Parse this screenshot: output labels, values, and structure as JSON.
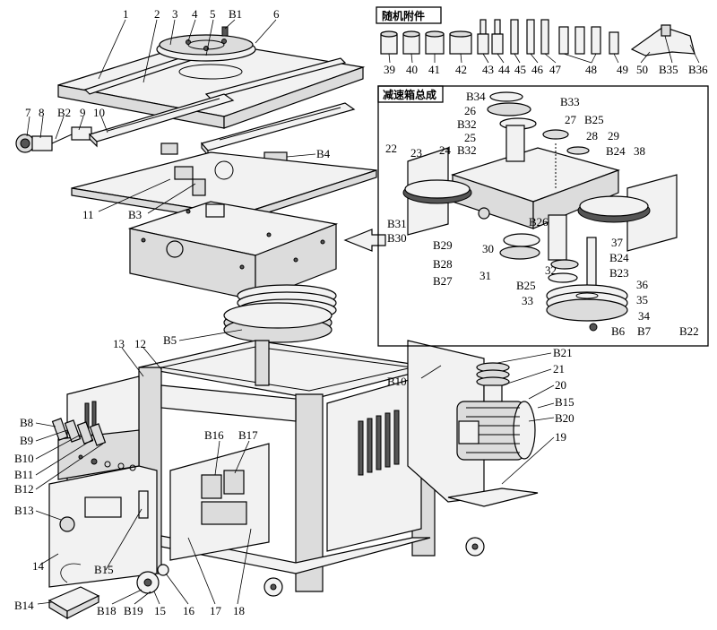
{
  "panels": {
    "accessories_title": "随机附件",
    "gearbox_title": "减速箱总成"
  },
  "labels": {
    "l1": "1",
    "l2": "2",
    "l3": "3",
    "l4": "4",
    "l5": "5",
    "lB1": "B1",
    "l6": "6",
    "l7": "7",
    "l8": "8",
    "lB2": "B2",
    "l9": "9",
    "l10": "10",
    "lB4": "B4",
    "l11": "11",
    "lB3": "B3",
    "l39": "39",
    "l40": "40",
    "l41": "41",
    "l42": "42",
    "l43": "43",
    "l44": "44",
    "l45": "45",
    "l46": "46",
    "l47": "47",
    "l48": "48",
    "l49": "49",
    "l50": "50",
    "lB35": "B35",
    "lB36": "B36",
    "lB34": "B34",
    "lB33": "B33",
    "l26": "26",
    "lB32a": "B32",
    "l25": "25",
    "lB32b": "B32",
    "l27": "27",
    "lB25a": "B25",
    "l28": "28",
    "l29": "29",
    "lB24a": "B24",
    "l22": "22",
    "l23": "23",
    "l24": "24",
    "l38": "38",
    "lB31": "B31",
    "lB30": "B30",
    "lB26": "B26",
    "lB29": "B29",
    "l30": "30",
    "l37": "37",
    "lB28": "B28",
    "lB24b": "B24",
    "l31": "31",
    "l32": "32",
    "lB23": "B23",
    "lB27": "B27",
    "lB25b": "B25",
    "l36": "36",
    "l33": "33",
    "l35": "35",
    "l34": "34",
    "lB6": "B6",
    "lB7": "B7",
    "lB22": "B22",
    "lB5": "B5",
    "l13": "13",
    "l12": "12",
    "lB21": "B21",
    "lB10r": "B10",
    "l21": "21",
    "l20": "20",
    "lB15r": "B15",
    "lB20": "B20",
    "l19": "19",
    "lB8": "B8",
    "lB9": "B9",
    "lB10": "B10",
    "lB11": "B11",
    "lB12": "B12",
    "lB16": "B16",
    "lB17": "B17",
    "lB13": "B13",
    "l14": "14",
    "lB15": "B15",
    "lB14": "B14",
    "lB18": "B18",
    "lB19": "B19",
    "l15": "15",
    "l16": "16",
    "l17": "17",
    "l18": "18"
  }
}
